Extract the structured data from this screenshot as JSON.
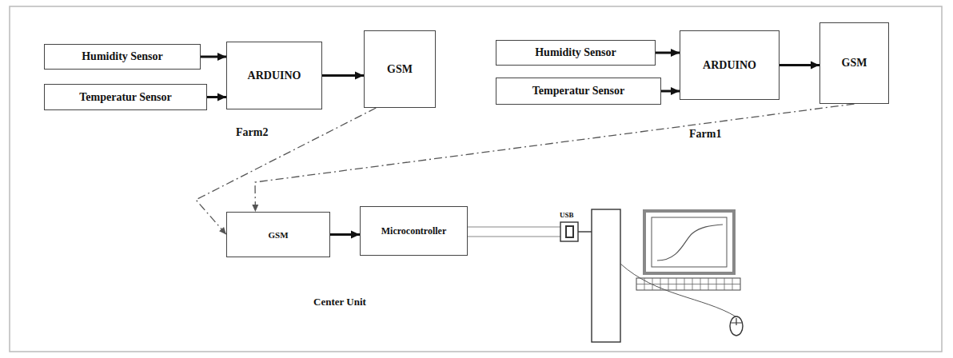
{
  "diagram": {
    "nodes": [
      {
        "text": [
          "Humidity Sensor"
        ]
      },
      {
        "text": [
          "Temperatur Sensor"
        ]
      },
      {
        "text": [
          "ARDUINO"
        ]
      },
      {
        "text": [
          "GSM"
        ]
      },
      {
        "text": [
          "Humidity Sensor"
        ]
      },
      {
        "text": [
          "Temperatur Sensor"
        ]
      },
      {
        "text": [
          "ARDUINO"
        ]
      },
      {
        "text": [
          "GSM"
        ]
      },
      {
        "text": [
          "GSM"
        ]
      },
      {
        "text": [
          "Microcontroller"
        ]
      }
    ],
    "edges": [
      {
        "from": 0,
        "to": 2,
        "arrow": "to"
      },
      {
        "from": 1,
        "to": 2,
        "arrow": "to"
      },
      {
        "from": 2,
        "to": 3,
        "arrow": "to"
      },
      {
        "from": 4,
        "to": 6,
        "arrow": "to"
      },
      {
        "from": 5,
        "to": 6,
        "arrow": "to"
      },
      {
        "from": 6,
        "to": 7,
        "arrow": "to"
      },
      {
        "from": 3,
        "to": 8,
        "arrow": "to"
      },
      {
        "from": 7,
        "to": 8,
        "arrow": "to"
      },
      {
        "from": 8,
        "to": 9,
        "arrow": "to"
      }
    ],
    "labels": [
      "Farm2",
      "Farm1",
      "USB",
      "Center Unit"
    ]
  }
}
